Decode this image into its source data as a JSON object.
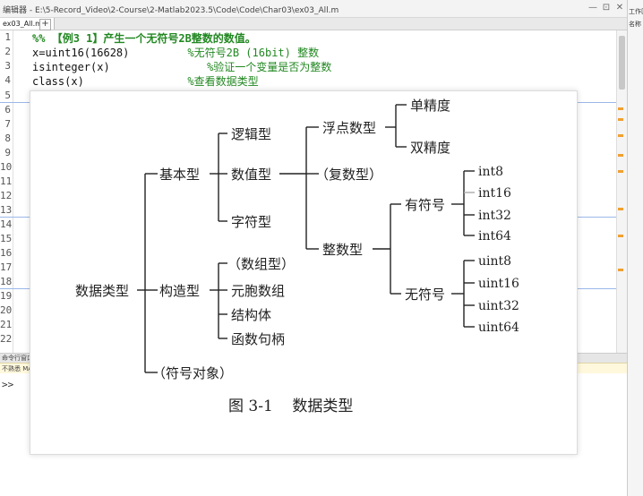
{
  "window": {
    "title_path": "编辑器 - E:\\5-Record_Video\\2-Course\\2-Matlab2023.5\\Code\\Code\\Char03\\ex03_All.m",
    "minimize": "—",
    "restore": "⊡",
    "close": "✕"
  },
  "tabs": [
    {
      "label": "ex03_All.m",
      "close": "×"
    }
  ],
  "add_tab": "+",
  "editor": {
    "line_numbers": [
      "1",
      "2",
      "3",
      "4",
      "5",
      "6",
      "7",
      "8",
      "9",
      "10",
      "11",
      "12",
      "13",
      "14",
      "15",
      "16",
      "17",
      "18",
      "19",
      "20",
      "21",
      "22"
    ],
    "lines": [
      {
        "code": "%% ",
        "comment": "【例3 1】产生一个无符号2B整数的数值。",
        "comment_style": "bold"
      },
      {
        "code": "x=uint16(16628)         ",
        "comment": "%无符号2B (16bit) 整数"
      },
      {
        "code": "isinteger(x)               ",
        "comment": "%验证一个变量是否为整数"
      },
      {
        "code": "class(x)                ",
        "comment": "%查看数据类型"
      }
    ]
  },
  "right_panel": {
    "title": "工作区",
    "column": "名称"
  },
  "command_window": {
    "header": "命令行窗口",
    "info": "不熟悉 MATLAB? 请参阅有关快速入门的资源。",
    "prompt": ">>"
  },
  "diagram": {
    "root": "数据类型",
    "basic": "基本型",
    "logical": "逻辑型",
    "numeric": "数值型",
    "char": "字符型",
    "float": "浮点数型",
    "single": "单精度",
    "double": "双精度",
    "complex": "（复数型）",
    "integer": "整数型",
    "signed": "有符号",
    "signed_types": [
      "int8",
      "int16",
      "int32",
      "int64"
    ],
    "unsigned": "无符号",
    "unsigned_types": [
      "uint8",
      "uint16",
      "uint32",
      "uint64"
    ],
    "composite": "构造型",
    "array": "（数组型）",
    "cell": "元胞数组",
    "struct": "结构体",
    "handle": "函数句柄",
    "symbolic": "（符号对象）",
    "caption": "图 3-1    数据类型"
  }
}
